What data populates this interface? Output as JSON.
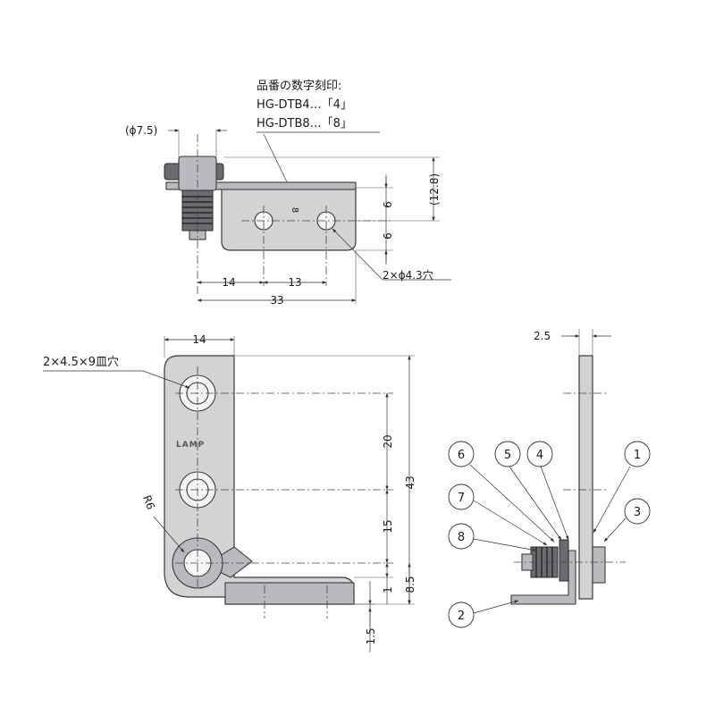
{
  "top_view": {
    "engraving_note": [
      "品番の数字刻印:",
      "HG-DTB4…「4」",
      "HG-DTB8…「8」"
    ],
    "engraved_digit": "8",
    "dims": {
      "knob_dia": "(ϕ7.5)",
      "height": "(12.8)",
      "half_upper": "6",
      "half_lower": "6",
      "to_hole1": "14",
      "hole_pitch": "13",
      "overall": "33",
      "holes": "2×ϕ4.3穴"
    }
  },
  "front_view": {
    "logo": "LAMP",
    "dims": {
      "width": "14",
      "countersink": "2×4.5×9皿穴",
      "radius": "R6",
      "hole_pitch": "20",
      "hole_to_pivot": "15",
      "overall": "43",
      "pivot_to_base": "8.5",
      "offset": "1",
      "thickness": "1.5"
    }
  },
  "side_view": {
    "dims": {
      "plate_thickness": "2.5"
    },
    "callouts": [
      "1",
      "2",
      "3",
      "4",
      "5",
      "6",
      "7",
      "8"
    ]
  }
}
